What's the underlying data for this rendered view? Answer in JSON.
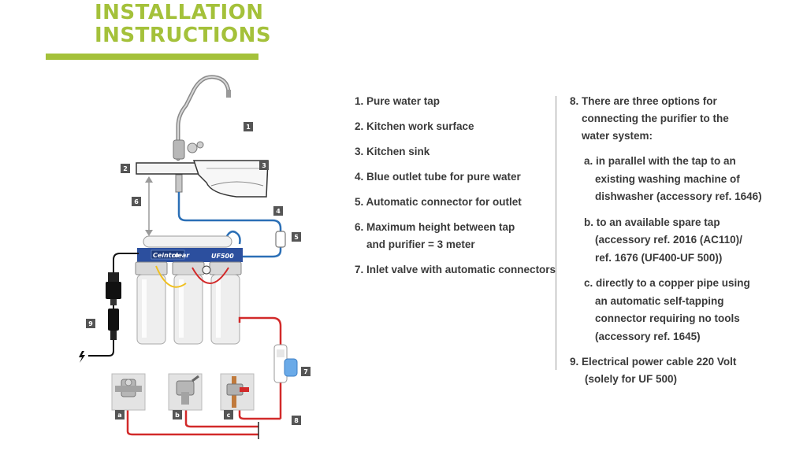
{
  "header": {
    "title_line1": "INSTALLATION",
    "title_line2": "INSTRUCTIONS",
    "accent_color": "#a4c13a"
  },
  "diagram": {
    "markers": [
      "1",
      "2",
      "3",
      "4",
      "5",
      "6",
      "7",
      "8",
      "9",
      "a",
      "b",
      "c"
    ],
    "unit_brand_left": "Ceintro",
    "unit_brand_right": "clear",
    "unit_model": "UF500",
    "colors": {
      "tube": "#2b6fb6",
      "inlet": "#d22a2a",
      "marker_bg": "#555555",
      "filter": "#e6e6e6",
      "cable": "#111111"
    }
  },
  "legend": {
    "left_items": [
      "1. Pure water tap",
      "2. Kitchen work surface",
      "3. Kitchen sink",
      "4. Blue outlet tube for pure water",
      "5. Automatic connector for outlet",
      "6. Maximum height between tap",
      "and purifier = 3 meter",
      "7. Inlet valve with automatic connectors"
    ],
    "right_item8_lines": [
      "8. There are three options for",
      "connecting the purifier to the",
      "water system:"
    ],
    "sub_a_lines": [
      "a. in parallel with the tap to an",
      "existing washing machine of",
      "dishwasher (accessory ref. 1646)"
    ],
    "sub_b_lines": [
      "b. to an available spare tap",
      "(accessory ref. 2016 (AC110)/",
      "ref. 1676 (UF400-UF 500))"
    ],
    "sub_c_lines": [
      "c. directly to a copper pipe using",
      "an automatic self-tapping",
      "connector requiring no tools",
      "(accessory ref. 1645)"
    ],
    "item9_lines": [
      "9.  Electrical power cable 220 Volt",
      "(solely for UF 500)"
    ]
  }
}
